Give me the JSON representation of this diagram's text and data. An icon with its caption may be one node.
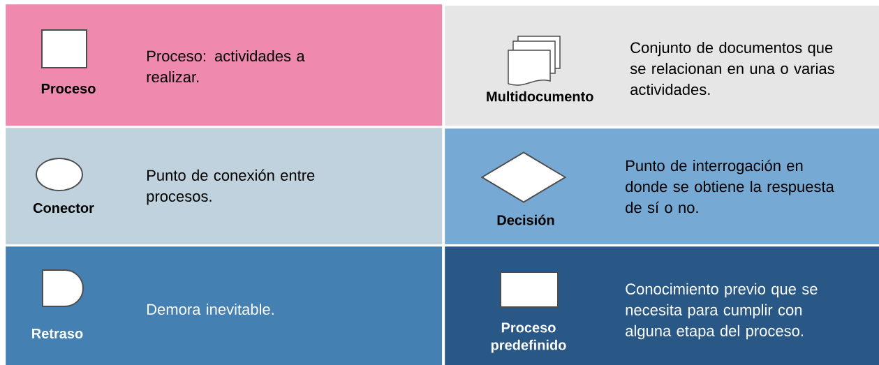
{
  "diagram": {
    "nodes": [
      {
        "text": [
          "Proceso",
          "Proceso: actividades a realizar."
        ]
      },
      {
        "text": [],
        "shape": "box",
        "in": 0
      },
      {
        "text": [
          "Multidocumento",
          "Conjunto de documentos que se relacionan en una o varias actividades."
        ]
      },
      {
        "text": [],
        "shape": "multidocument",
        "in": 2
      },
      {
        "text": [
          "Conector",
          "Punto de conexión entre procesos."
        ]
      },
      {
        "text": [],
        "shape": "ellipse",
        "in": 4
      },
      {
        "text": [
          "Decisión",
          "Punto de interrogación en donde se obtiene la respuesta de sí o no."
        ]
      },
      {
        "text": [],
        "shape": "diamond",
        "in": 6
      },
      {
        "text": [
          "Retraso",
          "Demora inevitable."
        ]
      },
      {
        "text": [],
        "shape": "delay",
        "in": 8
      },
      {
        "text": [
          "Proceso predefinido",
          "Conocimiento previo que se necesita para cumplir con alguna etapa del proceso."
        ]
      },
      {
        "text": [],
        "shape": "box",
        "in": 10
      }
    ]
  }
}
